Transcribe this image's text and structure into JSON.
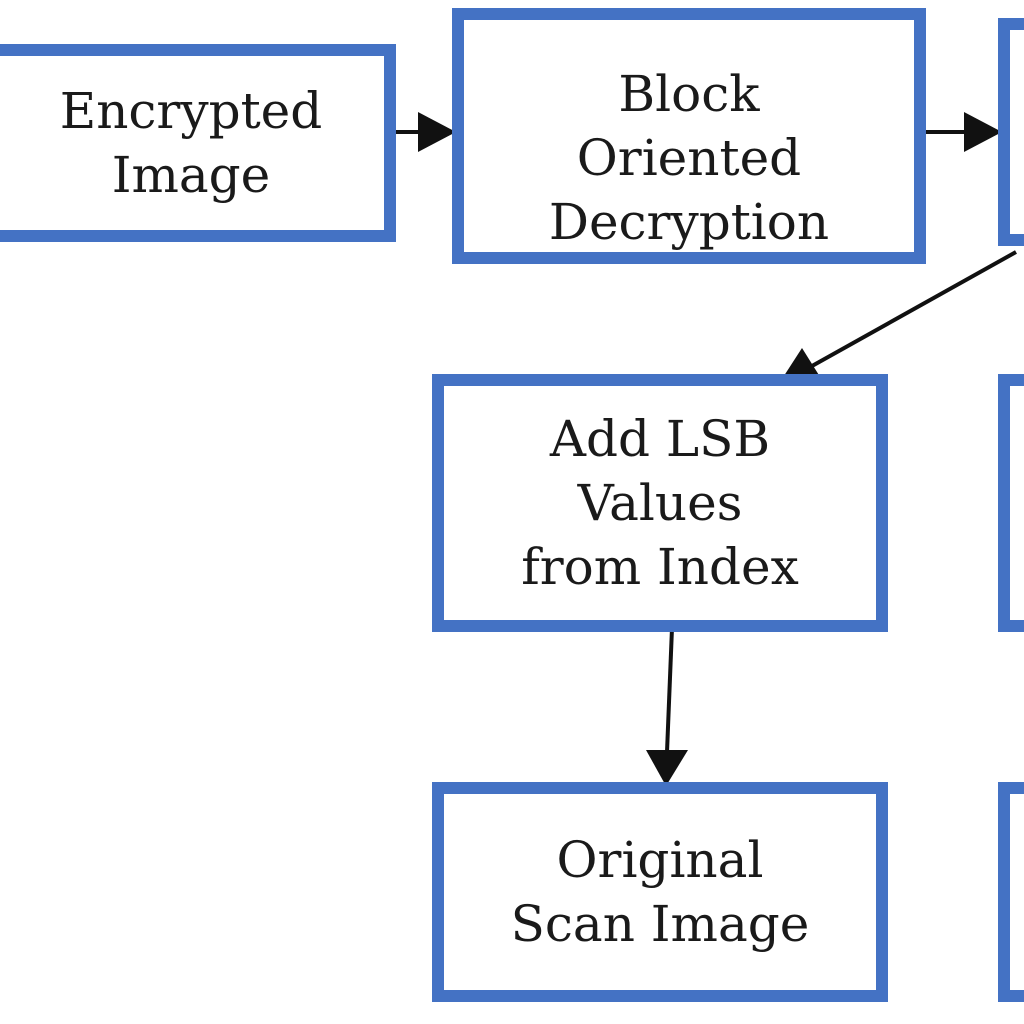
{
  "diagram": {
    "colors": {
      "box_border": "#4472c4",
      "box_fill": "#ffffff",
      "text": "#1a1a1a",
      "arrow": "#111111"
    },
    "nodes": {
      "encrypted_image": "Encrypted\nImage",
      "block_decryption": "Block\nOriented\nDecryption",
      "add_lsb": "Add LSB\nValues\nfrom Index",
      "original_scan": "Original\nScan Image"
    },
    "edges": [
      {
        "from": "encrypted_image",
        "to": "block_decryption"
      },
      {
        "from": "block_decryption",
        "to": "partial-box-top-right"
      },
      {
        "from": "partial-box-top-right",
        "to": "add_lsb"
      },
      {
        "from": "add_lsb",
        "to": "original_scan"
      }
    ]
  }
}
